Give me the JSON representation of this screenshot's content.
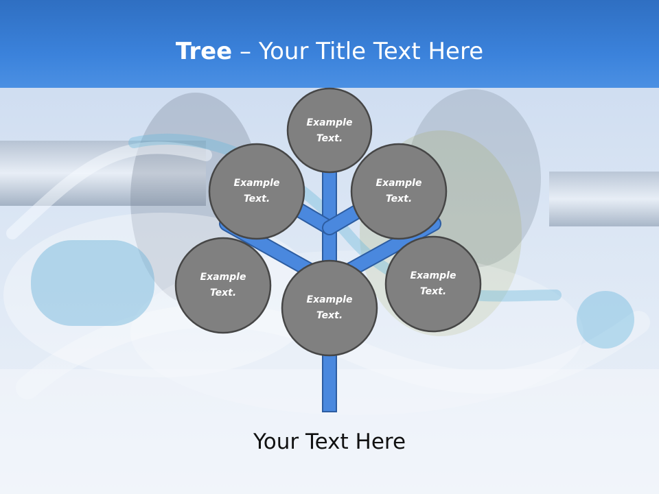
{
  "header": {
    "title_strong": "Tree",
    "title_rest": "– Your Title Text Here"
  },
  "diagram": {
    "nodes": [
      {
        "line1": "Example",
        "line2": "Text."
      },
      {
        "line1": "Example",
        "line2": "Text."
      },
      {
        "line1": "Example",
        "line2": "Text."
      },
      {
        "line1": "Example",
        "line2": "Text."
      },
      {
        "line1": "Example",
        "line2": "Text."
      },
      {
        "line1": "Example",
        "line2": "Text."
      }
    ],
    "node_color": "#808080",
    "trunk_color": "#4a88de"
  },
  "caption": "Your Text Here"
}
